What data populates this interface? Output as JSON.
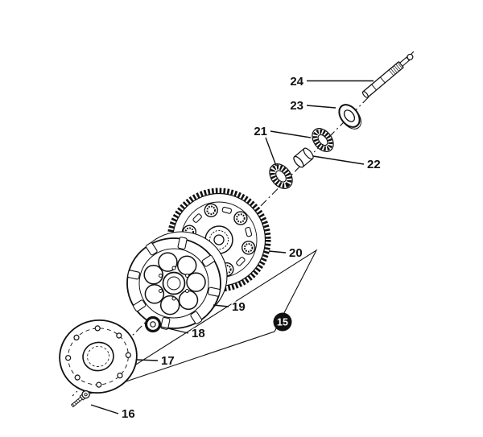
{
  "diagram": {
    "kind": "exploded-parts-diagram",
    "callouts": {
      "c15": "15",
      "c16": "16",
      "c17": "17",
      "c18": "18",
      "c19": "19",
      "c20": "20",
      "c21": "21",
      "c22": "22",
      "c23": "23",
      "c24": "24"
    },
    "parts": {
      "p15": "assembly-group-marker",
      "p16": "screw",
      "p17": "pressure-plate",
      "p18": "bushing-nut",
      "p19": "clutch-basket",
      "p20": "gear-wheel",
      "p21": "knurled-bearing-ring-pair",
      "p22": "spacer-sleeve",
      "p23": "washer",
      "p24": "drive-shaft"
    },
    "colors": {
      "line": "#111111",
      "background": "#ffffff",
      "badge_bg": "#111111",
      "badge_text": "#ffffff"
    }
  }
}
